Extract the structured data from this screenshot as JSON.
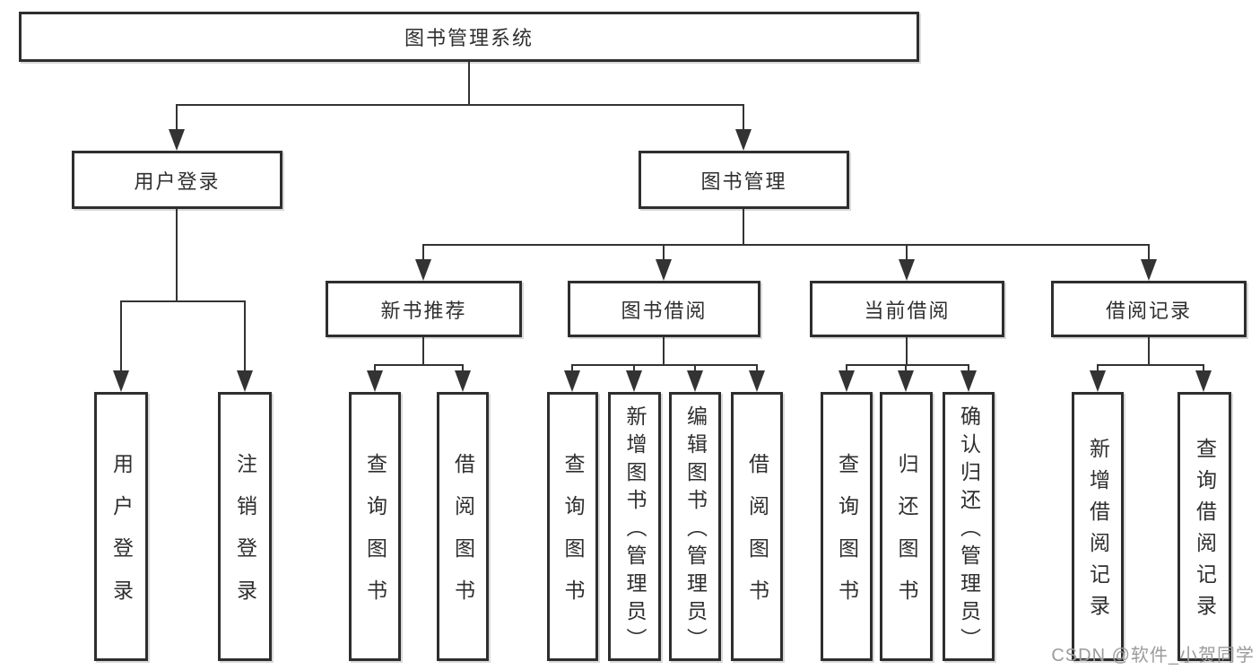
{
  "root_label": "图书管理系统",
  "level2": {
    "left": "用户登录",
    "right": "图书管理"
  },
  "level3": [
    "新书推荐",
    "图书借阅",
    "当前借阅",
    "借阅记录"
  ],
  "leaves": {
    "user_login": [
      "用户登录",
      "注销登录"
    ],
    "new_book_recommend": [
      "查询图书",
      "借阅图书"
    ],
    "book_borrow": [
      "查询图书",
      "新增图书（管理员）",
      "编辑图书（管理员）",
      "借阅图书"
    ],
    "current_borrow": [
      "查询图书",
      "归还图书",
      "确认归还（管理员）"
    ],
    "borrow_records": [
      "新增借阅记录",
      "查询借阅记录"
    ]
  },
  "watermark": "CSDN @软件_小贺同学",
  "colors": {
    "line": "#333333",
    "box_border": "#2e2e2e",
    "text": "#2f2f2f",
    "watermark": "#9b9b9b"
  }
}
